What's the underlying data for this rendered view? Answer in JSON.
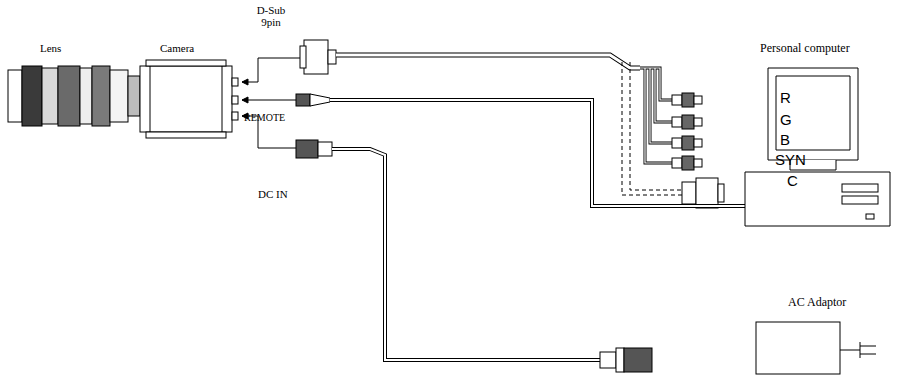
{
  "diagram": {
    "labels": [
      "Lens",
      "Camera",
      "D-Sub 9pin",
      "REMOTE",
      "DC IN",
      "R",
      "G",
      "B",
      "SYN",
      "C",
      "Personal computer",
      "AC Adaptor"
    ]
  }
}
